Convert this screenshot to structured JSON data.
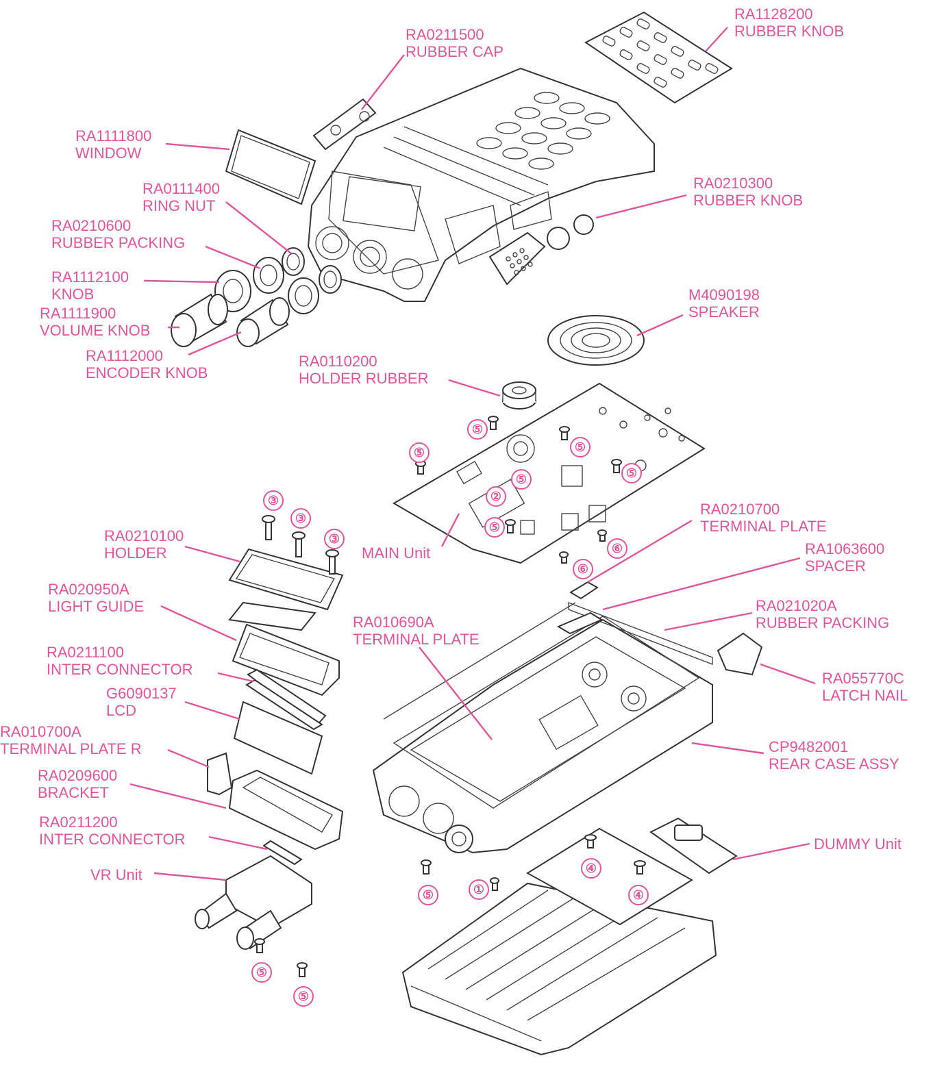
{
  "accent_color": "#e0559a",
  "line_color": "#333333",
  "labels": {
    "ra1128200": {
      "code": "RA1128200",
      "name": "RUBBER KNOB"
    },
    "ra0211500": {
      "code": "RA0211500",
      "name": "RUBBER CAP"
    },
    "ra1111800": {
      "code": "RA1111800",
      "name": "WINDOW"
    },
    "ra0111400": {
      "code": "RA0111400",
      "name": "RING NUT"
    },
    "ra0210600": {
      "code": "RA0210600",
      "name": "RUBBER PACKING"
    },
    "ra1112100": {
      "code": "RA1112100",
      "name": "KNOB"
    },
    "ra1111900": {
      "code": "RA1111900",
      "name": "VOLUME KNOB"
    },
    "ra1112000": {
      "code": "RA1112000",
      "name": "ENCODER KNOB"
    },
    "ra0210300": {
      "code": "RA0210300",
      "name": "RUBBER KNOB"
    },
    "m4090198": {
      "code": "M4090198",
      "name": "SPEAKER"
    },
    "ra0110200": {
      "code": "RA0110200",
      "name": "HOLDER RUBBER"
    },
    "ra0210700": {
      "code": "RA0210700",
      "name": "TERMINAL PLATE"
    },
    "ra1063600": {
      "code": "RA1063600",
      "name": "SPACER"
    },
    "ra021020a": {
      "code": "RA021020A",
      "name": "RUBBER PACKING"
    },
    "ra055770c": {
      "code": "RA055770C",
      "name": "LATCH NAIL"
    },
    "ra0210100": {
      "code": "RA0210100",
      "name": "HOLDER"
    },
    "ra020950a": {
      "code": "RA020950A",
      "name": "LIGHT GUIDE"
    },
    "ra010690a": {
      "code": "RA010690A",
      "name": "TERMINAL PLATE"
    },
    "ra0211100": {
      "code": "RA0211100",
      "name": "INTER CONNECTOR"
    },
    "g6090137": {
      "code": "G6090137",
      "name": "LCD"
    },
    "ra010700a": {
      "code": "RA010700A",
      "name": "TERMINAL PLATE R"
    },
    "ra0209600": {
      "code": "RA0209600",
      "name": "BRACKET"
    },
    "ra0211200": {
      "code": "RA0211200",
      "name": "INTER CONNECTOR"
    },
    "cp9482001": {
      "code": "CP9482001",
      "name": "REAR CASE ASSY"
    },
    "main_unit": "MAIN Unit",
    "vr_unit": "VR Unit",
    "dummy_unit": "DUMMY Unit"
  },
  "screw_markers": [
    "⑤",
    "⑤",
    "⑤",
    "⑤",
    "⑤",
    "②",
    "⑤",
    "③",
    "③",
    "③",
    "⑥",
    "⑥",
    "⑤",
    "①",
    "④",
    "④",
    "⑤",
    "⑤"
  ]
}
